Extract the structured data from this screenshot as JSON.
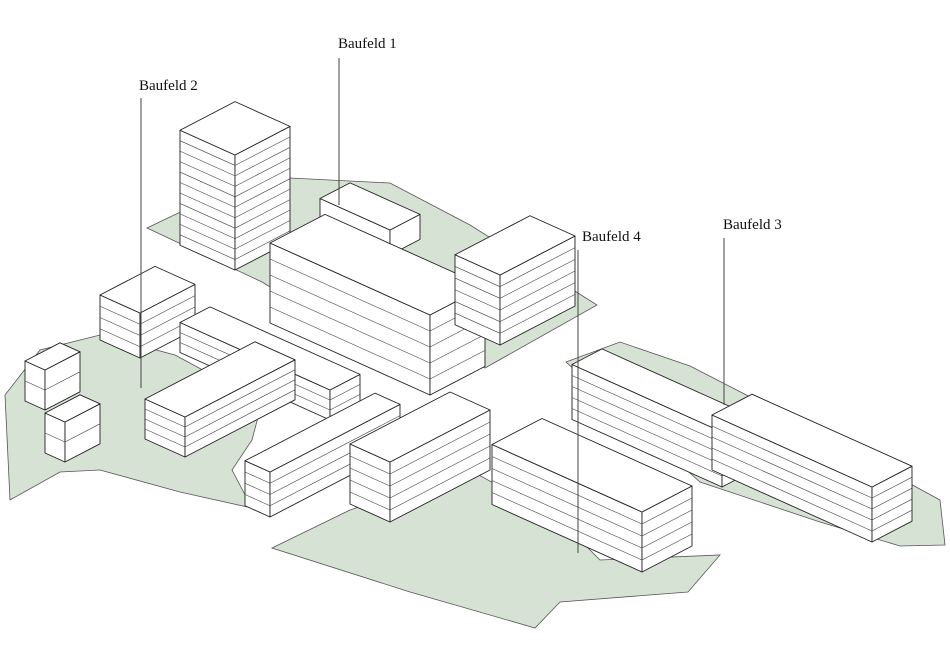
{
  "colors": {
    "ground": "#d6e3d4",
    "building": "#ffffff",
    "outline": "#222222"
  },
  "labels": {
    "baufeld_1": "Baufeld 1",
    "baufeld_2": "Baufeld 2",
    "baufeld_3": "Baufeld 3",
    "baufeld_4": "Baufeld 4"
  }
}
